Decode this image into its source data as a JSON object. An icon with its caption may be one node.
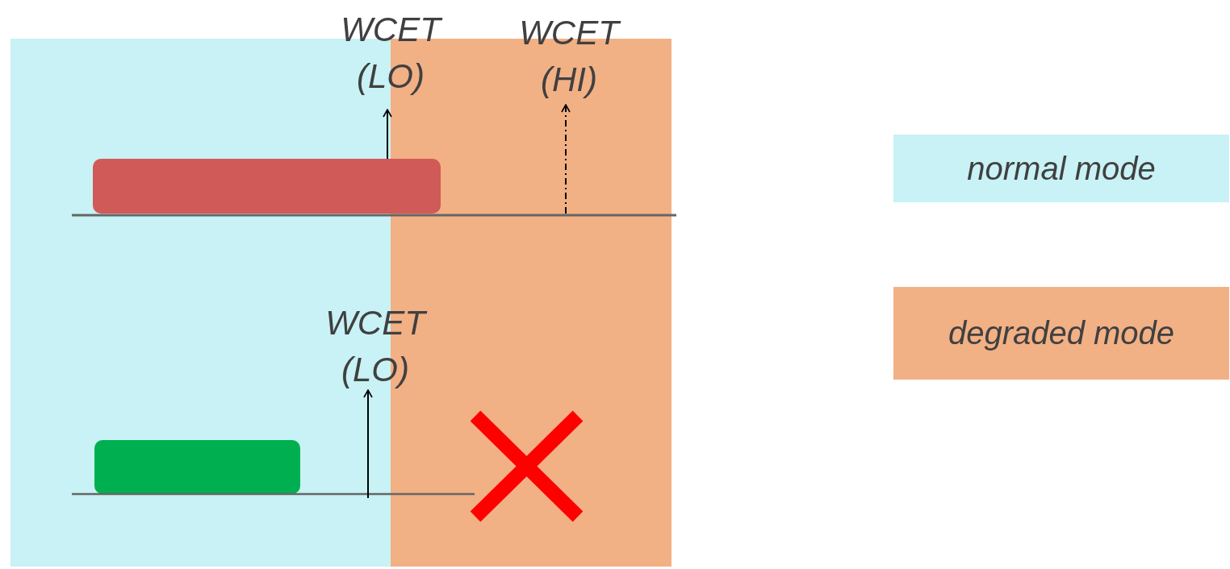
{
  "diagram": {
    "nodes": [
      {
        "text": [],
        "shape": "bar"
      },
      {
        "text": [],
        "shape": "bar"
      }
    ],
    "labels": [
      "WCET (LO)",
      "WCET (HI)",
      "WCET (LO)"
    ],
    "legend": [
      {
        "text": "normal mode",
        "color": "#c8f2f5"
      },
      {
        "text": "degraded mode",
        "color": "#f2b085"
      }
    ]
  }
}
